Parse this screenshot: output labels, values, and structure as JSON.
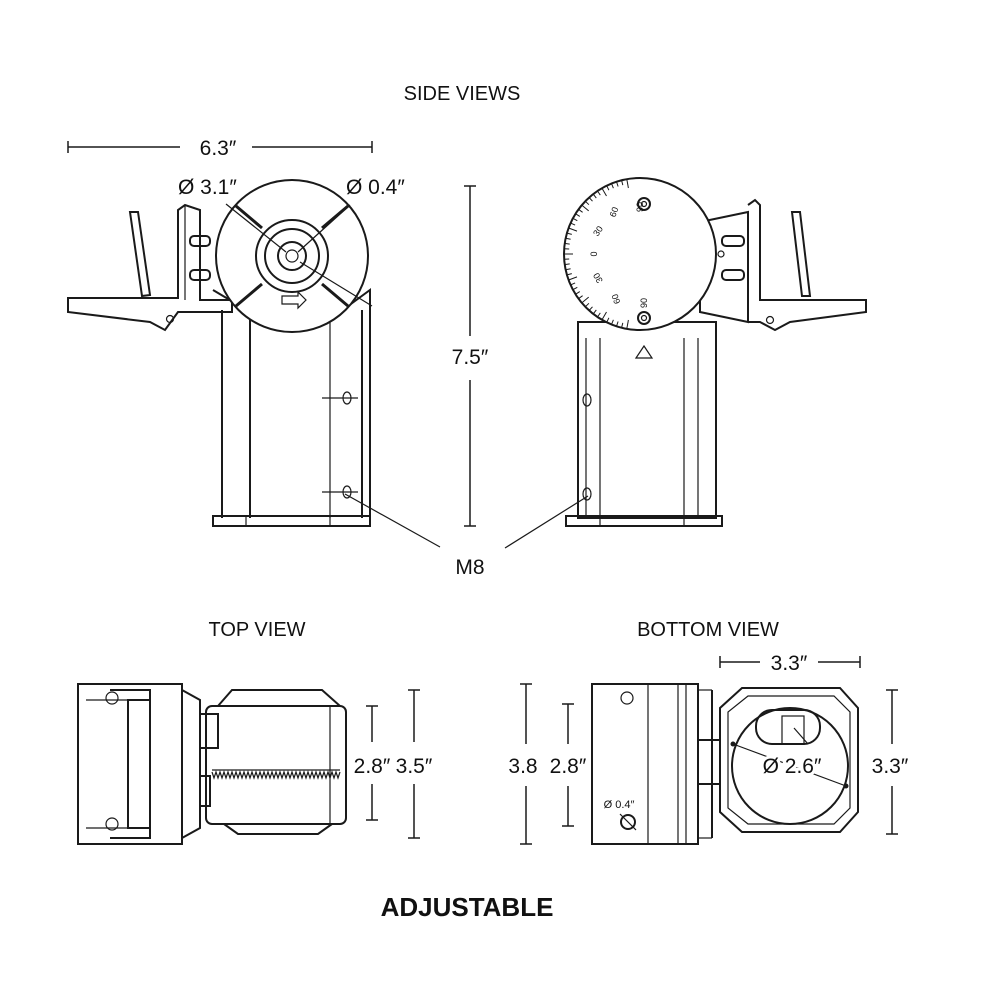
{
  "headings": {
    "side_views": "SIDE VIEWS",
    "top_view": "TOP VIEW",
    "bottom_view": "BOTTOM VIEW",
    "adjustable": "ADJUSTABLE"
  },
  "side_views": {
    "width_dim": "6.3″",
    "height_dim": "7.5″",
    "disc_diameter": "Ø 3.1″",
    "hole_diameter": "Ø 0.4″",
    "bolt_label": "M8",
    "dial_marks": [
      "90",
      "60",
      "30",
      "0",
      "30",
      "60",
      "90"
    ]
  },
  "top_view": {
    "inner_dim": "2.8″",
    "outer_dim": "3.5″"
  },
  "bottom_view": {
    "width_dim": "3.3″",
    "outer_height": "3.8",
    "inner_height": "2.8″",
    "hole_dim": "Ø 0.4″",
    "bore_dim": "Ø 2.6″",
    "right_height": "3.3″"
  }
}
